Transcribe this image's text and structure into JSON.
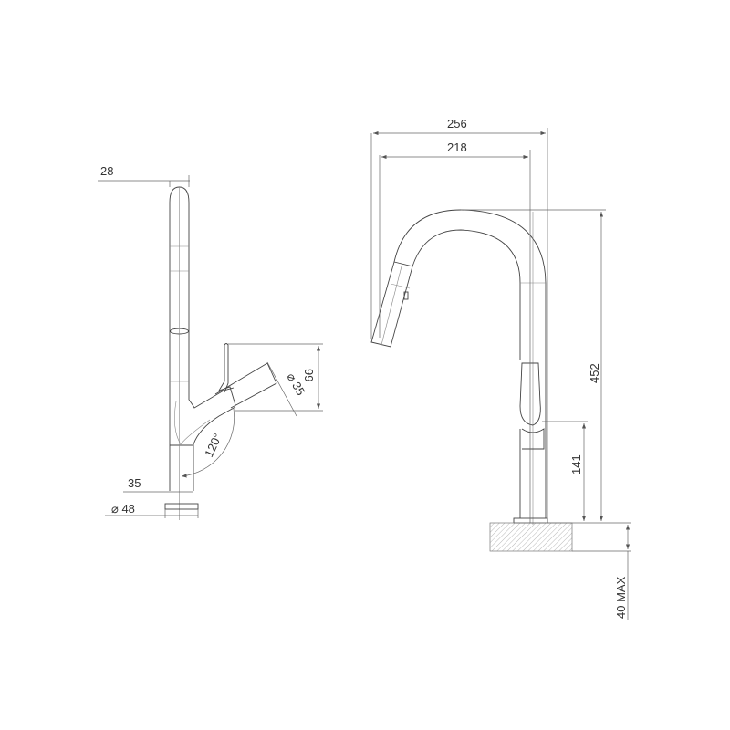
{
  "side_view": {
    "dim_top_width": "28",
    "dim_body_width": "35",
    "dim_base_diameter": "⌀ 48",
    "dim_handle_height": "99",
    "dim_handle_diameter": "⌀ 35",
    "dim_handle_angle": "120°"
  },
  "front_view": {
    "dim_overall_reach": "256",
    "dim_spout_reach": "218",
    "dim_overall_height": "452",
    "dim_handle_height": "141",
    "dim_counter_thickness": "40 MAX"
  },
  "colors": {
    "line": "#444444",
    "dimension": "#666666",
    "hatch": "#999999"
  }
}
